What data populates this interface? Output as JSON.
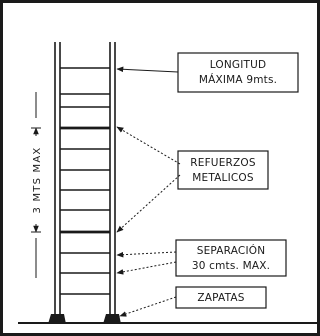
{
  "diagram": {
    "labels": {
      "longitud_line1": "LONGITUD",
      "longitud_line2": "MÁXIMA 9mts.",
      "refuerzos_line1": "REFUERZOS",
      "refuerzos_line2": "METALICOS",
      "separacion_line1": "SEPARACIÓN",
      "separacion_line2": "30 cmts. MAX.",
      "zapatas": "ZAPATAS",
      "dimension": "3 MTS MAX"
    },
    "colors": {
      "ink": "#1a1a1a",
      "background": "#ffffff"
    }
  }
}
